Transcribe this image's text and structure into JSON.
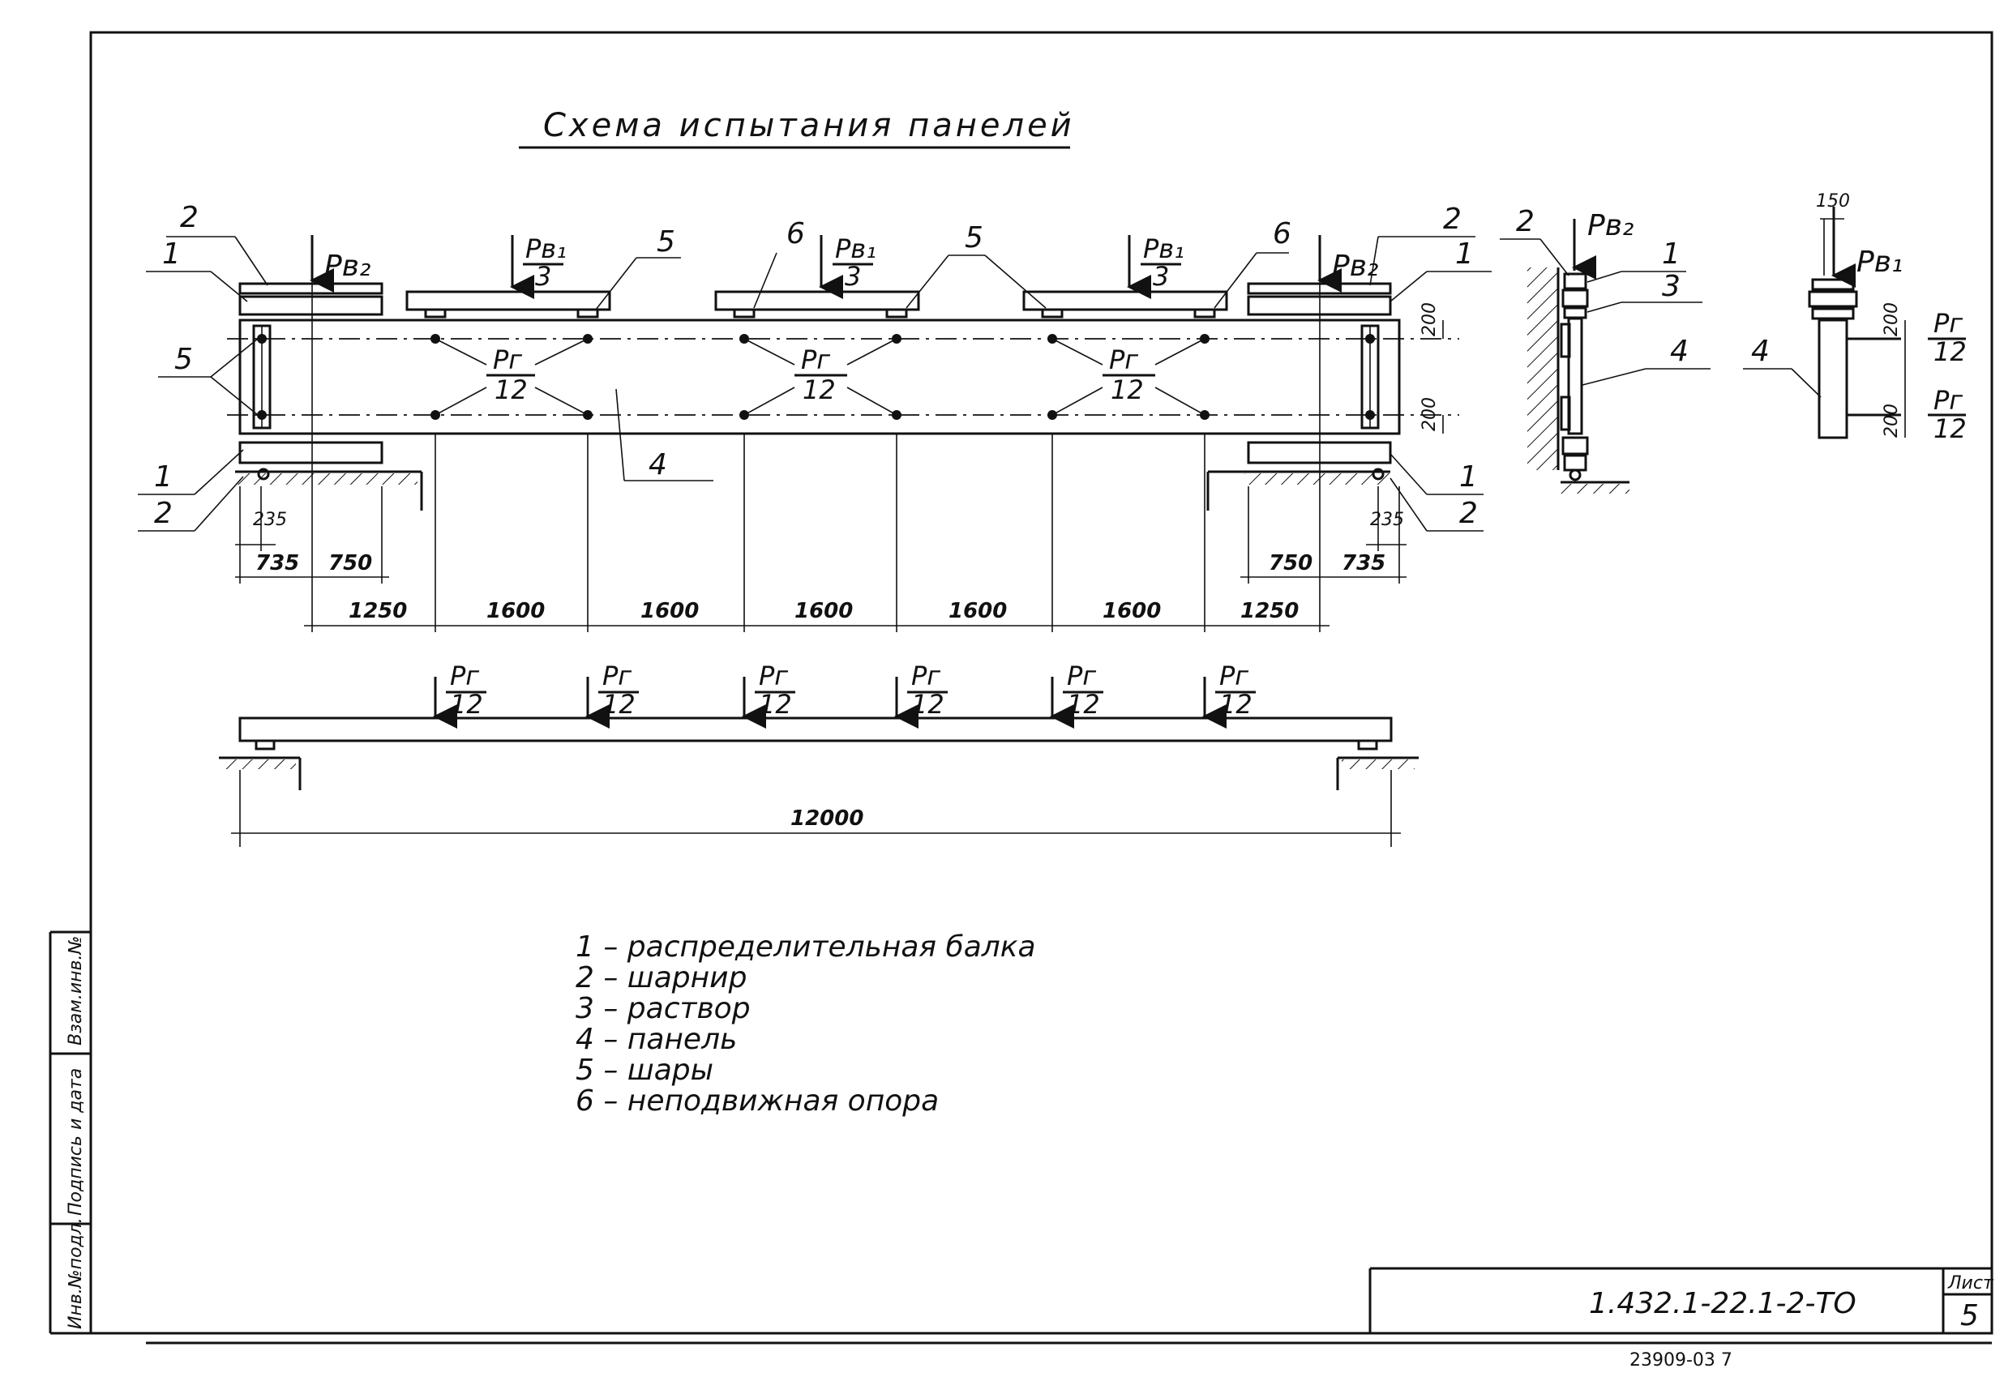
{
  "title": "Схема испытания панелей",
  "loads": {
    "pv2": "Рв₂",
    "pv1": "Рв₁",
    "pv1_den": "3",
    "pg": "Рг",
    "pg_den": "12"
  },
  "callouts": [
    "1",
    "2",
    "3",
    "4",
    "5",
    "6"
  ],
  "dimensions": {
    "d235": "235",
    "d735": "735",
    "d750": "750",
    "d1250": "1250",
    "d1600": "1600",
    "d12000": "12000",
    "d200": "200",
    "d150": "150"
  },
  "legend": [
    "1 – распределительная балка",
    "2 – шарнир",
    "3 – раствор",
    "4 – панель",
    "5 – шары",
    "6 – неподвижная опора"
  ],
  "stamp": {
    "code": "1.432.1-22.1-2-ТО",
    "sheet_label": "Лист",
    "sheet_number": "5",
    "archive": "23909-03   7"
  },
  "side_labels": [
    "Инв.№подл.",
    "Подпись и дата",
    "Взам.инв.№"
  ]
}
